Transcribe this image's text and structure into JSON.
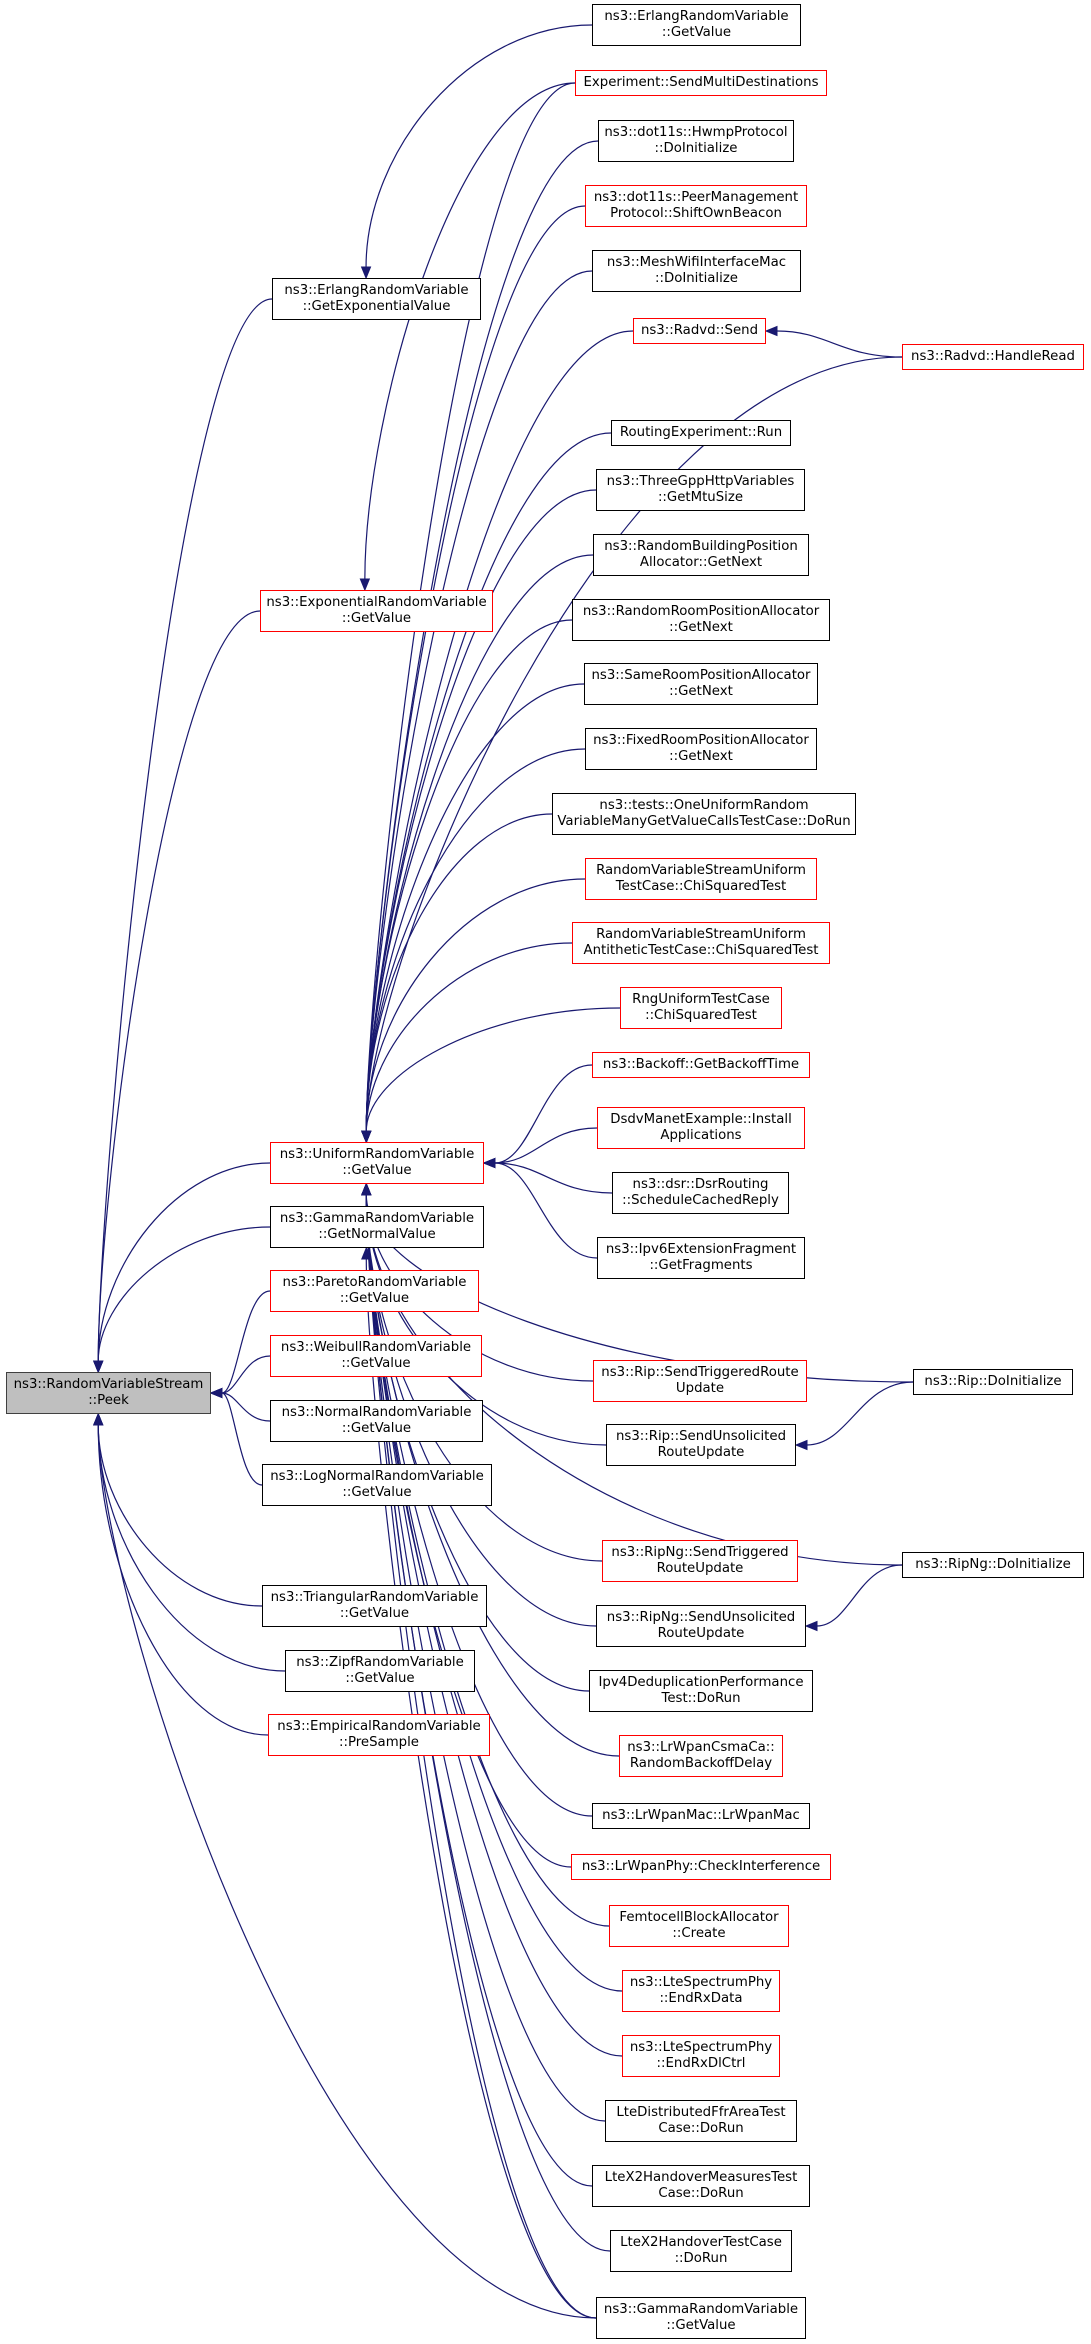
{
  "colors": {
    "edge": "#191970",
    "node_border": "#000000",
    "node_border_link": "#ff0000",
    "root_fill": "#bfbfbf"
  },
  "nodes": {
    "peek": {
      "lines": [
        "ns3::RandomVariableStream",
        "::Peek"
      ]
    },
    "erlang_getexp": {
      "lines": [
        "ns3::ErlangRandomVariable",
        "::GetExponentialValue"
      ]
    },
    "exponential_getvalue": {
      "lines": [
        "ns3::ExponentialRandomVariable",
        "::GetValue"
      ]
    },
    "uniform_getvalue": {
      "lines": [
        "ns3::UniformRandomVariable",
        "::GetValue"
      ]
    },
    "gamma_getnormal": {
      "lines": [
        "ns3::GammaRandomVariable",
        "::GetNormalValue"
      ]
    },
    "pareto_getvalue": {
      "lines": [
        "ns3::ParetoRandomVariable",
        "::GetValue"
      ]
    },
    "weibull_getvalue": {
      "lines": [
        "ns3::WeibullRandomVariable",
        "::GetValue"
      ]
    },
    "normal_getvalue": {
      "lines": [
        "ns3::NormalRandomVariable",
        "::GetValue"
      ]
    },
    "lognormal_getvalue": {
      "lines": [
        "ns3::LogNormalRandomVariable",
        "::GetValue"
      ]
    },
    "triangular_getvalue": {
      "lines": [
        "ns3::TriangularRandomVariable",
        "::GetValue"
      ]
    },
    "zipf_getvalue": {
      "lines": [
        "ns3::ZipfRandomVariable",
        "::GetValue"
      ]
    },
    "empirical_presample": {
      "lines": [
        "ns3::EmpiricalRandomVariable",
        "::PreSample"
      ]
    },
    "erlang_getvalue": {
      "lines": [
        "ns3::ErlangRandomVariable",
        "::GetValue"
      ]
    },
    "exp_sendmulti": {
      "lines": [
        "Experiment::SendMultiDestinations"
      ]
    },
    "hwmp_doinit": {
      "lines": [
        "ns3::dot11s::HwmpProtocol",
        "::DoInitialize"
      ]
    },
    "peermgmt_shift": {
      "lines": [
        "ns3::dot11s::PeerManagement",
        "Protocol::ShiftOwnBeacon"
      ]
    },
    "meshwifi_doinit": {
      "lines": [
        "ns3::MeshWifiInterfaceMac",
        "::DoInitialize"
      ]
    },
    "radvd_send": {
      "lines": [
        "ns3::Radvd::Send"
      ]
    },
    "radvd_handleread": {
      "lines": [
        "ns3::Radvd::HandleRead"
      ]
    },
    "routingexp_run": {
      "lines": [
        "RoutingExperiment::Run"
      ]
    },
    "threegpp_getmtu": {
      "lines": [
        "ns3::ThreeGppHttpVariables",
        "::GetMtuSize"
      ]
    },
    "randbuilding_getnext": {
      "lines": [
        "ns3::RandomBuildingPosition",
        "Allocator::GetNext"
      ]
    },
    "randroom_getnext": {
      "lines": [
        "ns3::RandomRoomPositionAllocator",
        "::GetNext"
      ]
    },
    "sameroom_getnext": {
      "lines": [
        "ns3::SameRoomPositionAllocator",
        "::GetNext"
      ]
    },
    "fixedroom_getnext": {
      "lines": [
        "ns3::FixedRoomPositionAllocator",
        "::GetNext"
      ]
    },
    "oneuniform_dorun": {
      "lines": [
        "ns3::tests::OneUniformRandom",
        "VariableManyGetValueCallsTestCase::DoRun"
      ]
    },
    "rvsuniform_chisq": {
      "lines": [
        "RandomVariableStreamUniform",
        "TestCase::ChiSquaredTest"
      ]
    },
    "rvsuniformanti_chisq": {
      "lines": [
        "RandomVariableStreamUniform",
        "AntitheticTestCase::ChiSquaredTest"
      ]
    },
    "rnguniform_chisq": {
      "lines": [
        "RngUniformTestCase",
        "::ChiSquaredTest"
      ]
    },
    "backoff_get": {
      "lines": [
        "ns3::Backoff::GetBackoffTime"
      ]
    },
    "dsdv_install": {
      "lines": [
        "DsdvManetExample::Install",
        "Applications"
      ]
    },
    "dsr_schedule": {
      "lines": [
        "ns3::dsr::DsrRouting",
        "::ScheduleCachedReply"
      ]
    },
    "ipv6frag_get": {
      "lines": [
        "ns3::Ipv6ExtensionFragment",
        "::GetFragments"
      ]
    },
    "rip_sendtriggered": {
      "lines": [
        "ns3::Rip::SendTriggeredRoute",
        "Update"
      ]
    },
    "rip_doinit": {
      "lines": [
        "ns3::Rip::DoInitialize"
      ]
    },
    "rip_sendunsolicited": {
      "lines": [
        "ns3::Rip::SendUnsolicited",
        "RouteUpdate"
      ]
    },
    "ripng_sendtriggered": {
      "lines": [
        "ns3::RipNg::SendTriggered",
        "RouteUpdate"
      ]
    },
    "ripng_doinit": {
      "lines": [
        "ns3::RipNg::DoInitialize"
      ]
    },
    "ripng_sendunsolicited": {
      "lines": [
        "ns3::RipNg::SendUnsolicited",
        "RouteUpdate"
      ]
    },
    "ipv4dedup_dorun": {
      "lines": [
        "Ipv4DeduplicationPerformance",
        "Test::DoRun"
      ]
    },
    "lrwpancsma_delay": {
      "lines": [
        "ns3::LrWpanCsmaCa::",
        "RandomBackoffDelay"
      ]
    },
    "lrwpanmac_ctor": {
      "lines": [
        "ns3::LrWpanMac::LrWpanMac"
      ]
    },
    "lrwpanphy_check": {
      "lines": [
        "ns3::LrWpanPhy::CheckInterference"
      ]
    },
    "femtocell_create": {
      "lines": [
        "FemtocellBlockAllocator",
        "::Create"
      ]
    },
    "ltespec_endrxdata": {
      "lines": [
        "ns3::LteSpectrumPhy",
        "::EndRxData"
      ]
    },
    "ltespec_endrxdlctrl": {
      "lines": [
        "ns3::LteSpectrumPhy",
        "::EndRxDlCtrl"
      ]
    },
    "ltedistffr_dorun": {
      "lines": [
        "LteDistributedFfrAreaTest",
        "Case::DoRun"
      ]
    },
    "ltex2hom_dorun": {
      "lines": [
        "LteX2HandoverMeasuresTest",
        "Case::DoRun"
      ]
    },
    "ltex2ho_dorun": {
      "lines": [
        "LteX2HandoverTestCase",
        "::DoRun"
      ]
    },
    "gamma_getvalue": {
      "lines": [
        "ns3::GammaRandomVariable",
        "::GetValue"
      ]
    }
  }
}
